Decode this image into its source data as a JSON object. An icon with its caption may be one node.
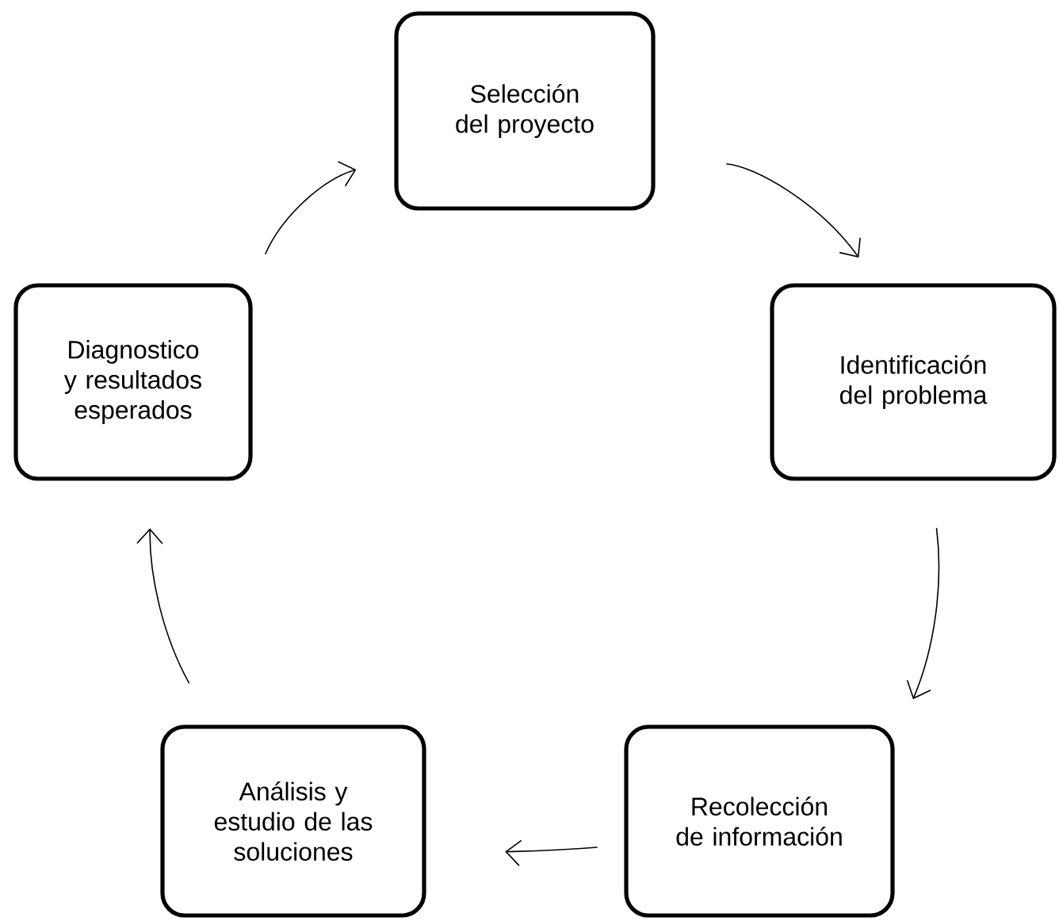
{
  "diagram": {
    "nodes": [
      {
        "text": [
          "Selección del proyecto"
        ]
      },
      {
        "text": [
          "Identificación del problema"
        ]
      },
      {
        "text": [
          "Recolección de información"
        ]
      },
      {
        "text": [
          "Análisis y estudio de las soluciones"
        ]
      },
      {
        "text": [
          "Diagnostico y resultados esperados"
        ]
      }
    ],
    "edges": [
      {
        "from": 0,
        "to": 1,
        "arrow": "to"
      },
      {
        "from": 1,
        "to": 2,
        "arrow": "to"
      },
      {
        "from": 2,
        "to": 3,
        "arrow": "to"
      },
      {
        "from": 3,
        "to": 4,
        "arrow": "to"
      },
      {
        "from": 4,
        "to": 0,
        "arrow": "to"
      }
    ]
  }
}
